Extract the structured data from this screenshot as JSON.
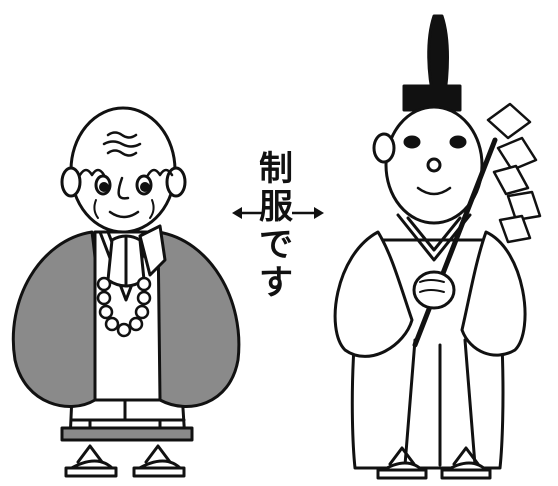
{
  "caption": {
    "chars": [
      "制",
      "服",
      "で",
      "す"
    ]
  },
  "figures": {
    "left": "buddhist-monk",
    "right": "shinto-priest"
  },
  "colors": {
    "ink": "#111111",
    "robe_gray": "#8a8a8a",
    "paper": "#ffffff"
  }
}
